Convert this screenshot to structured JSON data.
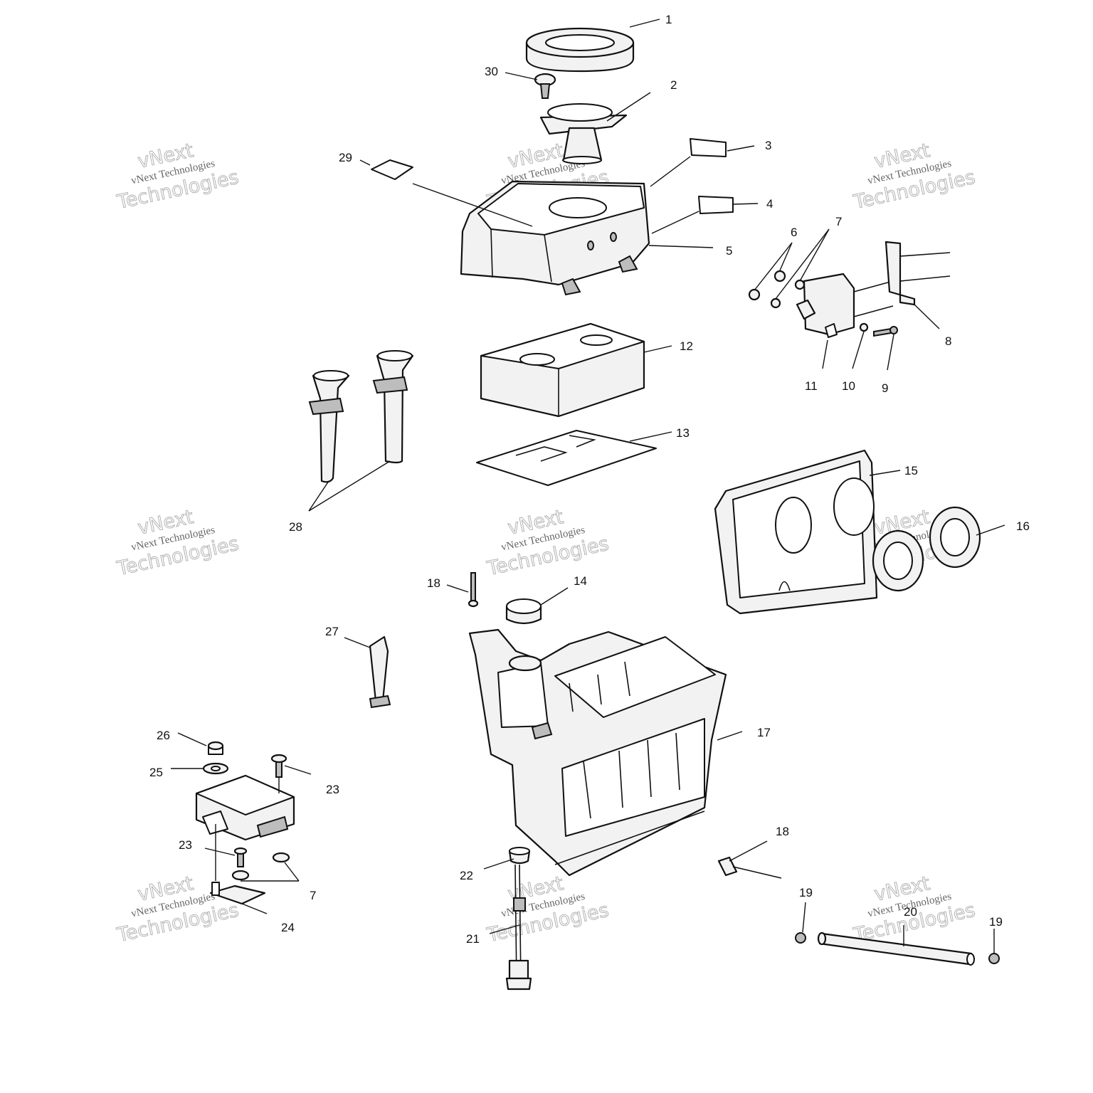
{
  "watermark": {
    "line1": "vNext",
    "line2": "vNext Technologies",
    "line3": "Technologies"
  },
  "callouts": {
    "c1": "1",
    "c2": "2",
    "c3": "3",
    "c4": "4",
    "c5": "5",
    "c6": "6",
    "c7a": "7",
    "c7b": "7",
    "c8": "8",
    "c9": "9",
    "c10": "10",
    "c11": "11",
    "c12": "12",
    "c13": "13",
    "c14": "14",
    "c15": "15",
    "c16": "16",
    "c17": "17",
    "c18a": "18",
    "c18b": "18",
    "c19a": "19",
    "c19b": "19",
    "c20": "20",
    "c21": "21",
    "c22": "22",
    "c23a": "23",
    "c23b": "23",
    "c24": "24",
    "c25": "25",
    "c26": "26",
    "c27": "27",
    "c28": "28",
    "c29": "29",
    "c30": "30"
  }
}
